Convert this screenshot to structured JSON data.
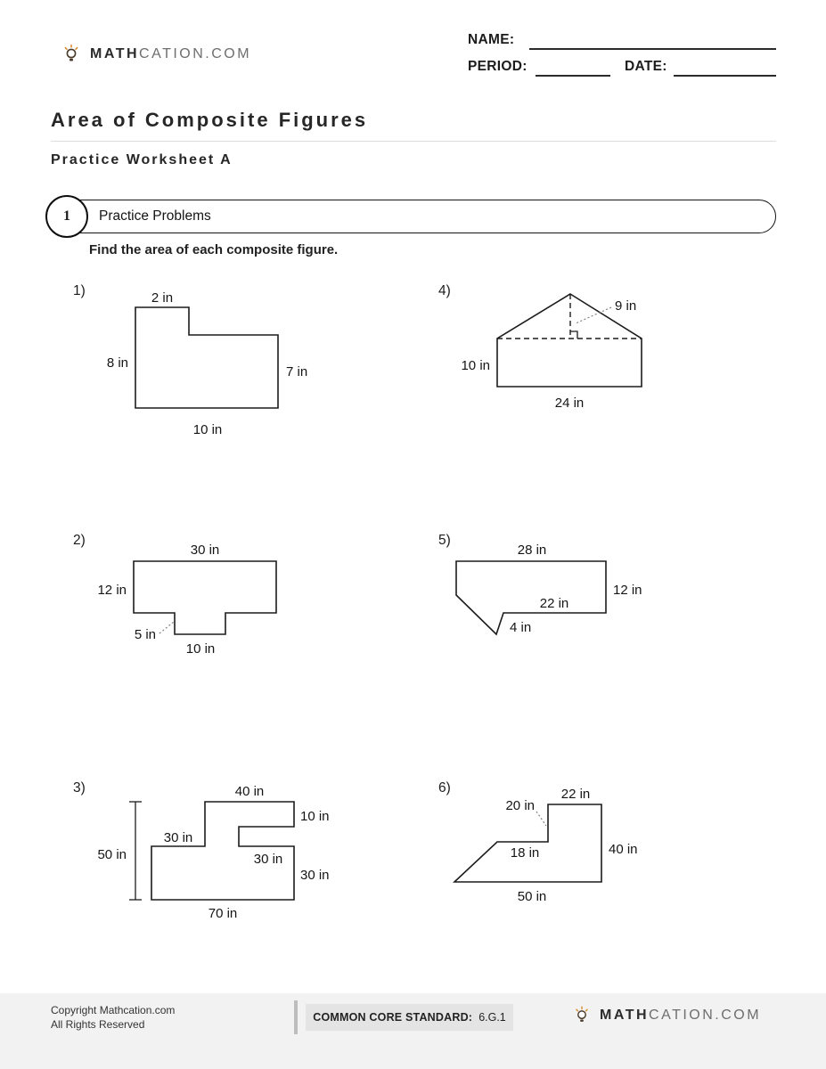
{
  "colors": {
    "accent_orange": "#d98e32",
    "ink": "#1c1c1c",
    "footer_bg": "#f2f2f2",
    "badge_bg": "#e4e4e4"
  },
  "icons": {
    "brand": "lightbulb-icon"
  },
  "header": {
    "logo_bold": "MATH",
    "logo_rest": "CATION.COM",
    "name_label": "NAME:",
    "period_label": "PERIOD:",
    "date_label": "DATE:"
  },
  "title": "Area of Composite Figures",
  "subtitle": "Practice Worksheet A",
  "section": {
    "number": "1",
    "label": "Practice Problems"
  },
  "instruction": "Find the area of each composite figure.",
  "problems": [
    {
      "number": "1)",
      "dims": {
        "top": "2 in",
        "left": "8 in",
        "right": "7 in",
        "bottom": "10 in"
      }
    },
    {
      "number": "2)",
      "dims": {
        "top": "30 in",
        "left": "12 in",
        "tab_height": "5 in",
        "tab_bottom": "10 in"
      }
    },
    {
      "number": "3)",
      "dims": {
        "top": "40 in",
        "right_top": "10 in",
        "left_step": "30 in",
        "notch_bottom": "30 in",
        "right_bottom": "30 in",
        "bottom": "70 in",
        "overall_height": "50 in"
      }
    },
    {
      "number": "4)",
      "dims": {
        "slant_height": "9 in",
        "left": "10 in",
        "bottom": "24 in"
      }
    },
    {
      "number": "5)",
      "dims": {
        "top": "28 in",
        "right": "12 in",
        "inner_bottom": "22 in",
        "notch": "4 in"
      }
    },
    {
      "number": "6)",
      "dims": {
        "left_step": "20 in",
        "top": "22 in",
        "right": "40 in",
        "inner": "18 in",
        "bottom": "50 in"
      }
    }
  ],
  "footer": {
    "copyright_line1": "Copyright Mathcation.com",
    "copyright_line2": "All Rights Reserved",
    "standard_label": "COMMON CORE STANDARD:",
    "standard_value": "6.G.1",
    "logo_bold": "MATH",
    "logo_rest": "CATION.COM"
  }
}
